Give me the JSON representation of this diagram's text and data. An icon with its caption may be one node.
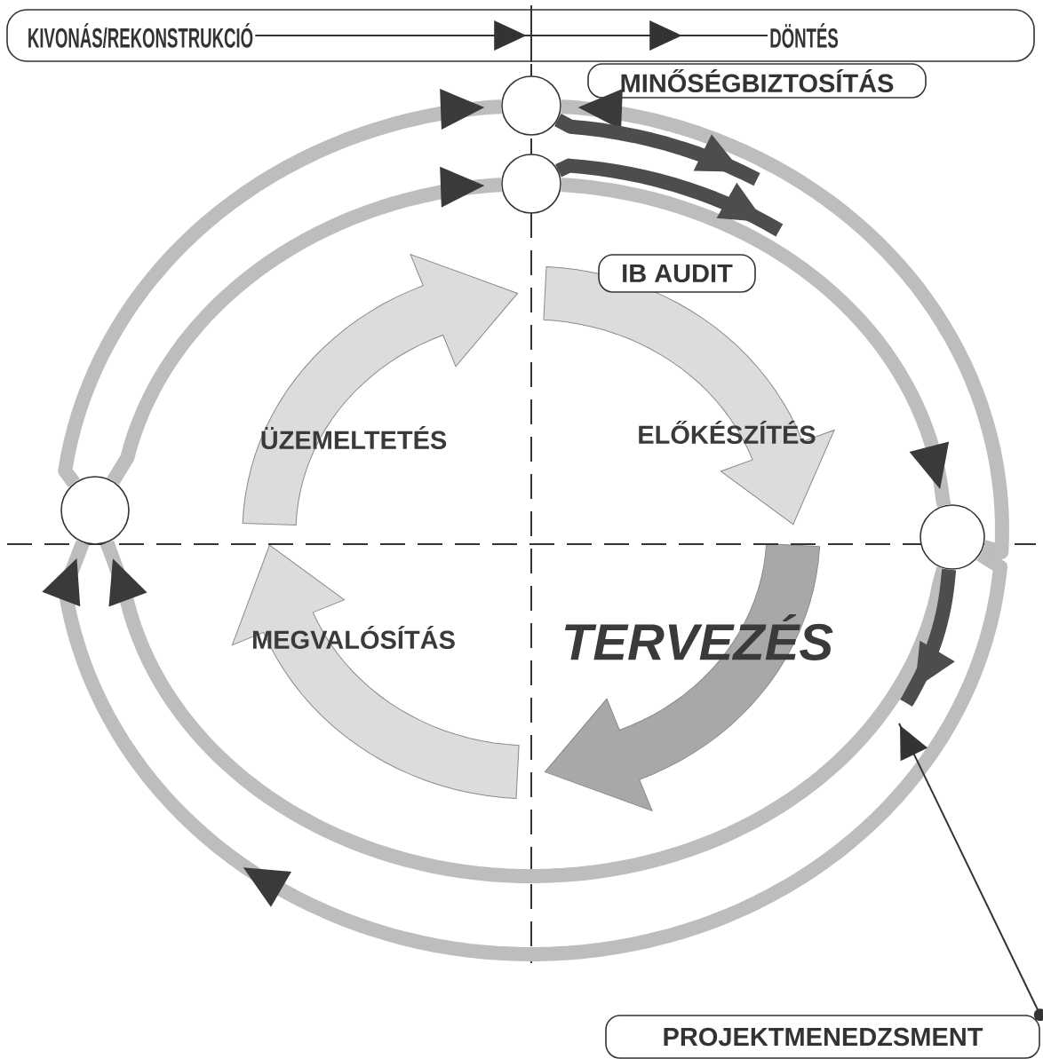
{
  "diagram": {
    "nodes": [
      {
        "text": [],
        "shape": "box"
      },
      {
        "text": [
          "KIVONÁS/REKONSTRUKCIÓ"
        ],
        "in": 0
      },
      {
        "text": [
          "DÖNTÉS"
        ],
        "in": 0
      },
      {
        "text": [],
        "shape": "circle"
      },
      {
        "text": [
          "MINŐSÉGBIZTOSÍTÁS"
        ]
      },
      {
        "text": [],
        "shape": "circle"
      },
      {
        "text": [
          "IB AUDIT"
        ]
      },
      {
        "text": [],
        "shape": "circle"
      },
      {
        "text": [],
        "shape": "circle"
      },
      {
        "text": [
          "PROJEKTMENEDZSMENT"
        ]
      }
    ],
    "edges": [
      {
        "from": 7,
        "to": 3,
        "arrow": "to"
      },
      {
        "from": 7,
        "to": 5,
        "arrow": "to"
      },
      {
        "from": 8,
        "to": 3,
        "arrow": "to"
      },
      {
        "from": 5,
        "to": 8,
        "arrow": "to"
      },
      {
        "from": 8,
        "to": 7,
        "arrow": "to"
      },
      {
        "from": 8,
        "to": 7,
        "arrow": "to"
      },
      {
        "from": 3,
        "to": null,
        "arrow": "to",
        "color": "#4d4d4d"
      },
      {
        "from": 5,
        "to": null,
        "arrow": "to",
        "color": "#4d4d4d"
      },
      {
        "from": 8,
        "to": null,
        "arrow": "to",
        "color": "#4d4d4d"
      },
      {
        "from": 9,
        "to": null,
        "arrow": "to",
        "color": "#333333"
      },
      {
        "from": 1,
        "to": 2,
        "arrow": "to",
        "color": "#333333"
      }
    ],
    "labels": [
      "ÜZEMELTETÉS",
      "ELŐKÉSZÍTÉS",
      "MEGVALÓSÍTÁS",
      "TERVEZÉS"
    ]
  }
}
